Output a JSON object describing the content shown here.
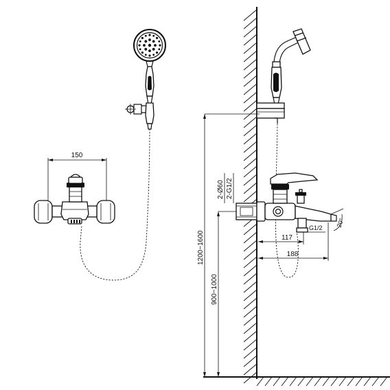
{
  "front_view": {
    "width_dim": "150"
  },
  "side_view": {
    "height_total_dim": "1200~1600",
    "height_mixer_dim": "900~1000",
    "hole_dim": "2-Ø60",
    "thread_dim": "2-G1/2",
    "outlet_thread": "G1/2",
    "depth_117": "117",
    "depth_188": "188",
    "angle": "20°"
  }
}
